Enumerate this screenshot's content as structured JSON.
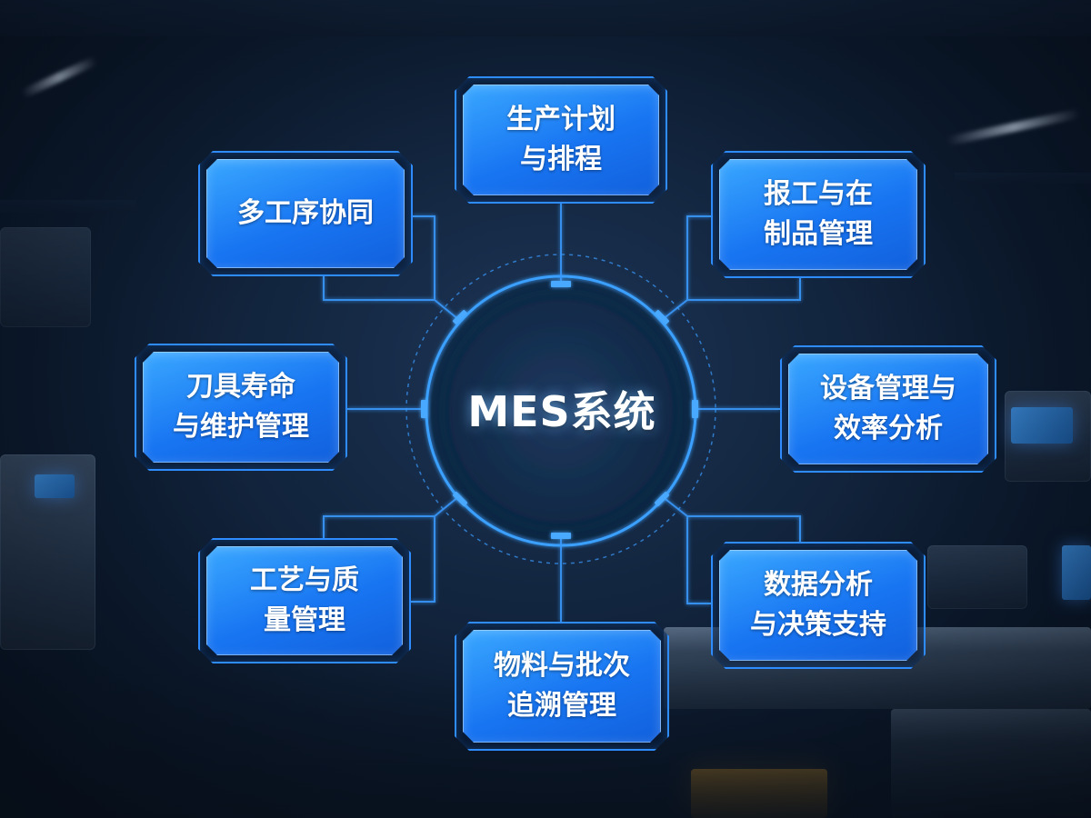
{
  "center": {
    "label": "MES系统"
  },
  "modules": {
    "top": {
      "label": "生产计划\n与排程"
    },
    "top_left": {
      "label": "多工序协同"
    },
    "top_right": {
      "label": "报工与在\n制品管理"
    },
    "left": {
      "label": "刀具寿命\n与维护管理"
    },
    "right": {
      "label": "设备管理与\n效率分析"
    },
    "bottom_left": {
      "label": "工艺与质\n量管理"
    },
    "bottom_right": {
      "label": "数据分析\n与决策支持"
    },
    "bottom": {
      "label": "物料与批次\n追溯管理"
    }
  },
  "colors": {
    "node_fill": "#1875f2",
    "node_border": "#2f8cff",
    "connector": "#3a9bff",
    "background": "#0c1a2e"
  }
}
